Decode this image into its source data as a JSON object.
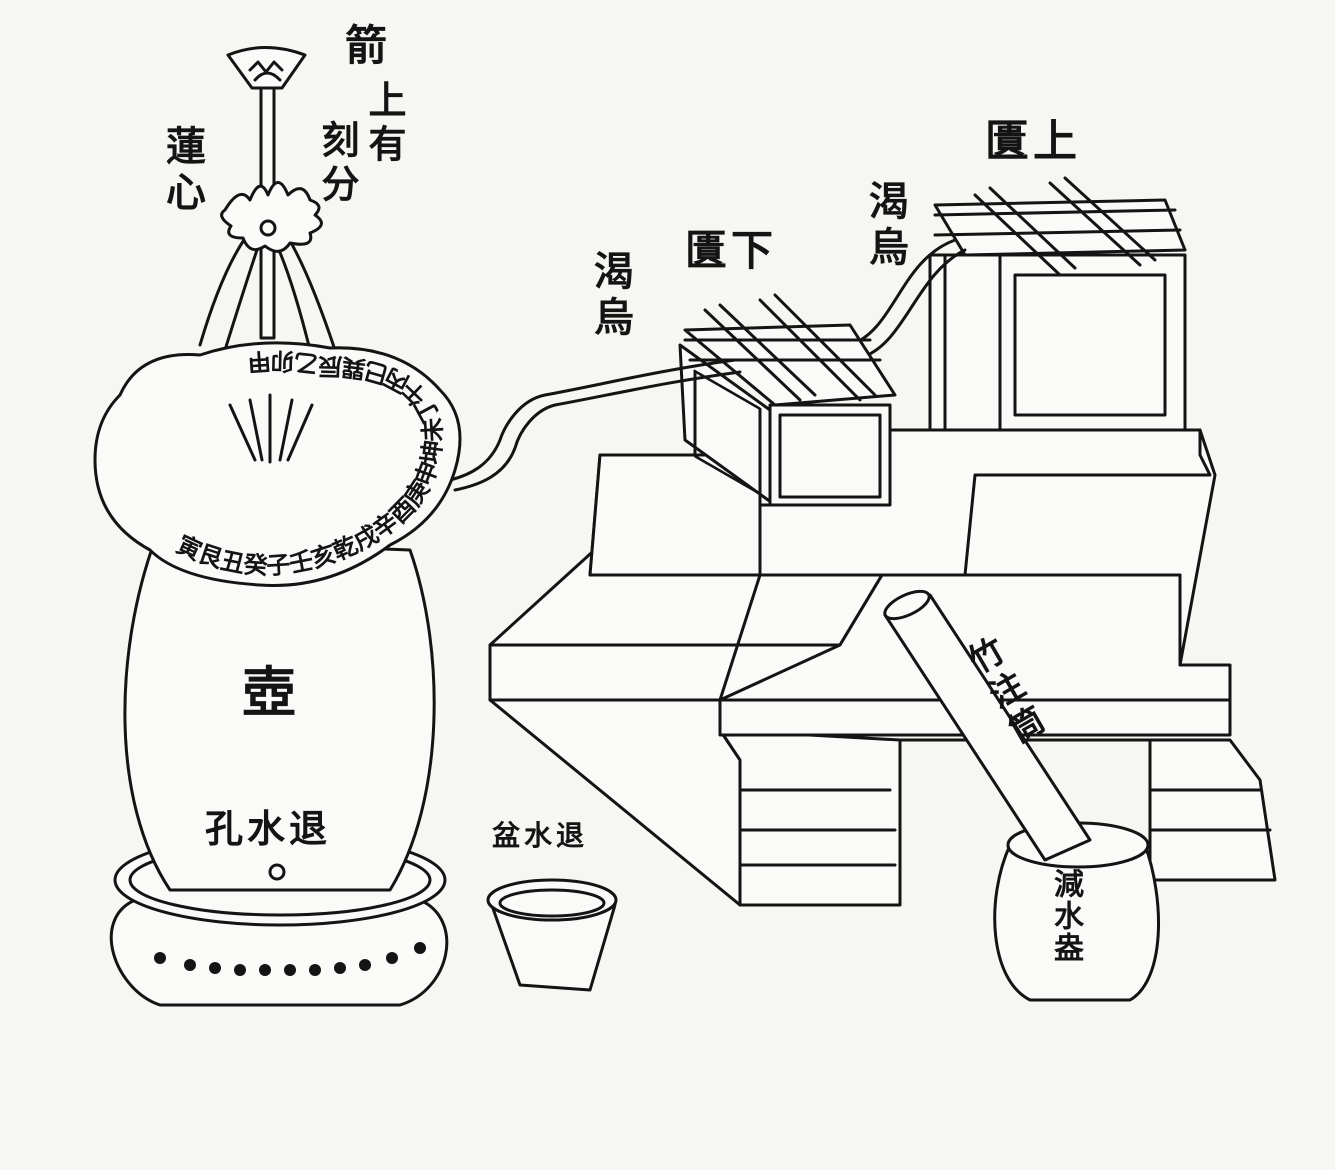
{
  "title": "Lotus clepsydra (water clock) illustration",
  "labels": {
    "arrow_marks_a": "箭",
    "arrow_marks_b": "上有",
    "arrow_marks_c": "刻分",
    "lotus_heart": "蓮心",
    "upper_cabinet": "上匱",
    "upper_siphon": "渴烏",
    "lower_cabinet": "下匱",
    "lower_siphon": "渴烏",
    "pot": "壺",
    "drain_hole": "退水孔",
    "drain_basin": "退水盆",
    "bamboo_pipe": "竹注筒",
    "overflow_jar": "減水盎"
  },
  "ring": {
    "directions": "寅艮丑癸子壬亥乾戌辛酉庚申坤未丁午丙巳巽辰乙卯甲"
  },
  "colors": {
    "ink": "#141414",
    "paper": "#f6f6f3"
  }
}
